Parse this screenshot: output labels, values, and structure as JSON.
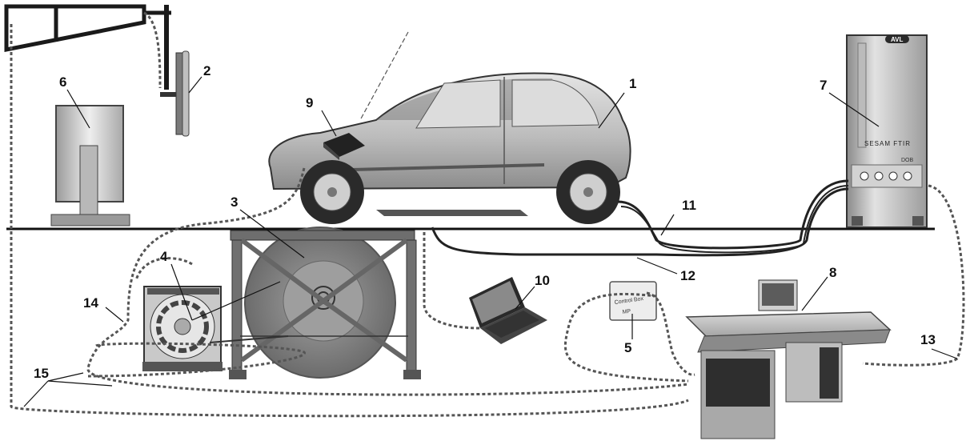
{
  "labels": {
    "car": "1",
    "fan": "2",
    "dyno": "3",
    "motor": "4",
    "control_box": "5",
    "blower": "6",
    "analyzer": "7",
    "console": "8",
    "module": "9",
    "laptop": "10",
    "line_11": "11",
    "line_12": "12",
    "line_13": "13",
    "line_14": "14",
    "line_15": "15"
  },
  "device_text": {
    "avl_badge": "AVL",
    "cabinet_name": "SESAM FTIR",
    "cabinet_tag": "DOB",
    "control_box_title": "Control Box",
    "control_box_sub": "MP"
  }
}
